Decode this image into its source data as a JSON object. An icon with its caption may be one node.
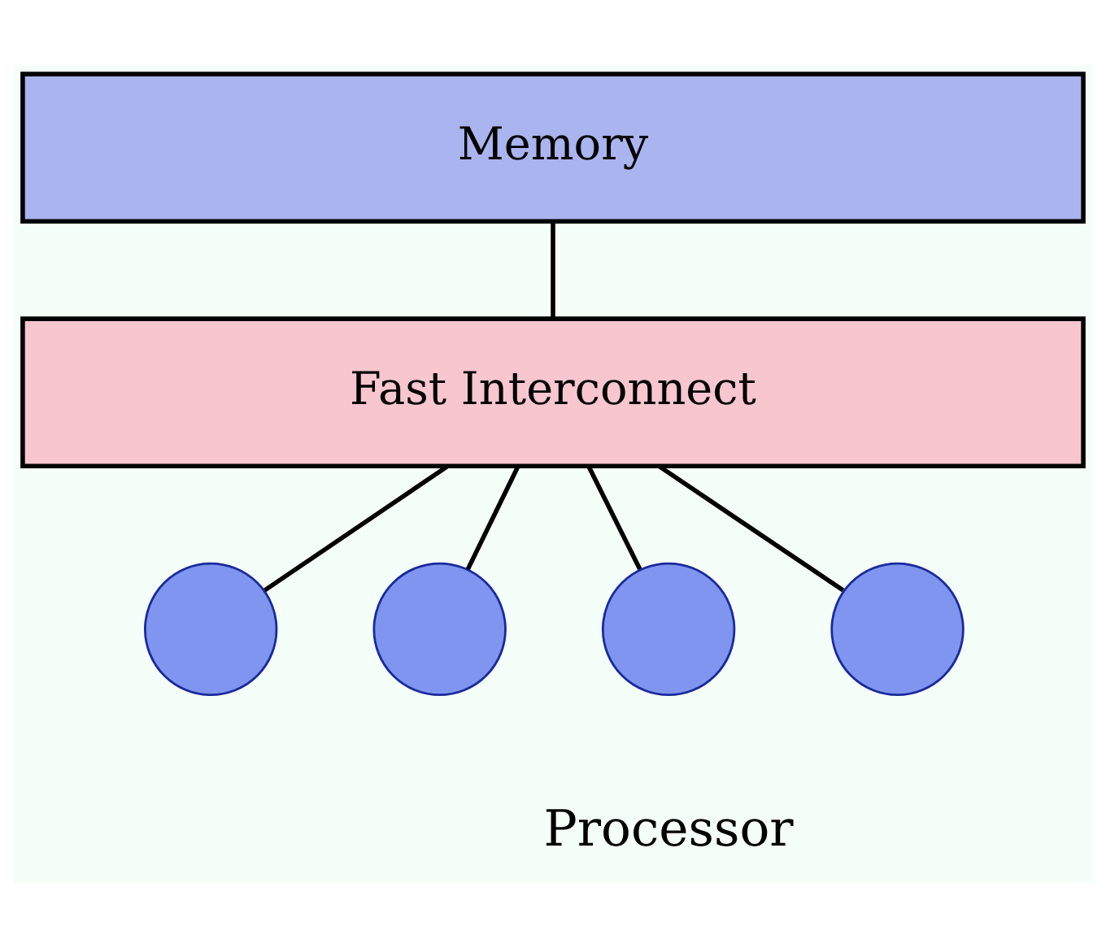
{
  "diagram": {
    "nodes": [
      {
        "text": [
          "Memory"
        ]
      },
      {
        "text": [
          "Fast Interconnect"
        ]
      },
      {
        "text": [],
        "shape": "circle"
      },
      {
        "text": [],
        "shape": "circle"
      },
      {
        "text": [],
        "shape": "circle"
      },
      {
        "text": [],
        "shape": "circle"
      }
    ],
    "edges": [
      {
        "from": 0,
        "to": 1,
        "arrow": "none"
      },
      {
        "from": 1,
        "to": 2,
        "arrow": "none"
      },
      {
        "from": 1,
        "to": 3,
        "arrow": "none"
      },
      {
        "from": 1,
        "to": 4,
        "arrow": "none"
      },
      {
        "from": 1,
        "to": 5,
        "arrow": "none"
      }
    ],
    "labels": [
      "Processor"
    ]
  }
}
